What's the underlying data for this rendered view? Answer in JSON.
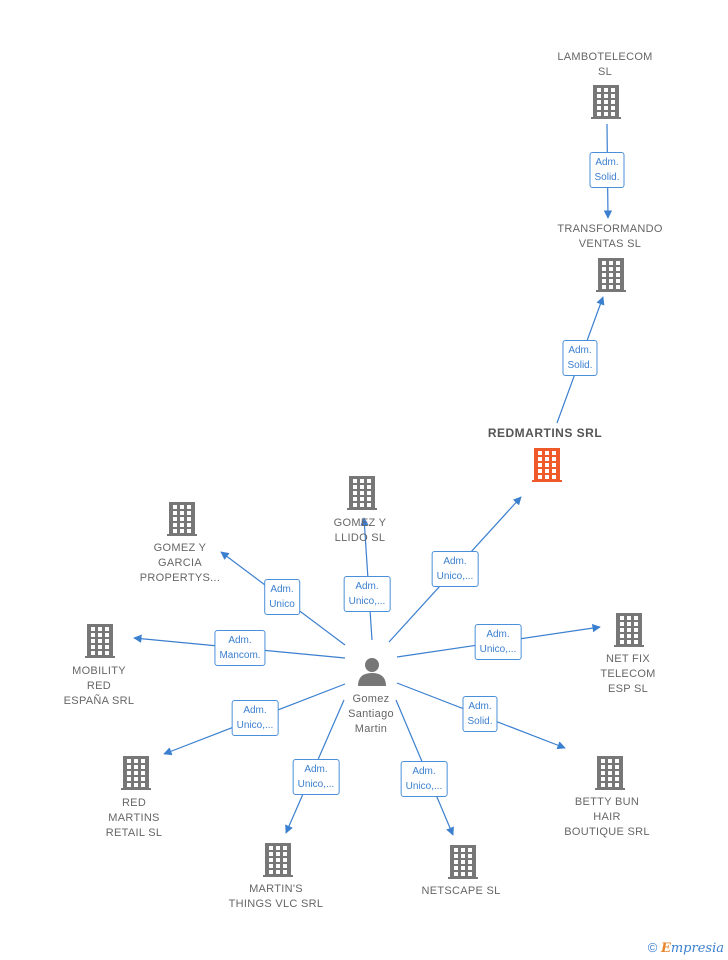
{
  "colors": {
    "edge": "#3b7fcf",
    "building": "#777777",
    "main_building": "#f05a2a",
    "person": "#777777"
  },
  "nodes": [
    {
      "id": "lambotelecom",
      "label": "LAMBOTELECOM\nSL",
      "icon": "building-icon",
      "kind": "company"
    },
    {
      "id": "transformando",
      "label": "TRANSFORMANDO\nVENTAS  SL",
      "icon": "building-icon",
      "kind": "company"
    },
    {
      "id": "redmartins",
      "label": "REDMARTINS SRL",
      "icon": "building-icon",
      "kind": "main"
    },
    {
      "id": "gomez_llido",
      "label": "GOMEZ Y\nLLIDO  SL",
      "icon": "building-icon",
      "kind": "company"
    },
    {
      "id": "gomez_garcia",
      "label": "GOMEZ Y\nGARCIA\nPROPERTYS...",
      "icon": "building-icon",
      "kind": "company"
    },
    {
      "id": "mobility",
      "label": "MOBILITY\nRED\nESPAÑA SRL",
      "icon": "building-icon",
      "kind": "company"
    },
    {
      "id": "netfix",
      "label": "NET FIX\nTELECOM\nESP  SL",
      "icon": "building-icon",
      "kind": "company"
    },
    {
      "id": "person",
      "label": "Gomez\nSantiago\nMartin",
      "icon": "person-icon",
      "kind": "person"
    },
    {
      "id": "red_martins_retail",
      "label": "RED\nMARTINS\nRETAIL  SL",
      "icon": "building-icon",
      "kind": "company"
    },
    {
      "id": "betty",
      "label": "BETTY BUN\nHAIR\nBOUTIQUE SRL",
      "icon": "building-icon",
      "kind": "company"
    },
    {
      "id": "martins_things",
      "label": "MARTIN'S\nTHINGS VLC SRL",
      "icon": "building-icon",
      "kind": "company"
    },
    {
      "id": "netscape",
      "label": "NETSCAPE  SL",
      "icon": "building-icon",
      "kind": "company"
    }
  ],
  "edges": [
    {
      "from": "lambotelecom",
      "to": "transformando",
      "label": "Adm.\nSolid."
    },
    {
      "from": "redmartins",
      "to": "transformando",
      "label": "Adm.\nSolid."
    },
    {
      "from": "person",
      "to": "redmartins",
      "label": "Adm.\nUnico,..."
    },
    {
      "from": "person",
      "to": "gomez_llido",
      "label": "Adm.\nUnico,..."
    },
    {
      "from": "person",
      "to": "gomez_garcia",
      "label": "Adm.\nUnico"
    },
    {
      "from": "person",
      "to": "mobility",
      "label": "Adm.\nMancom."
    },
    {
      "from": "person",
      "to": "netfix",
      "label": "Adm.\nUnico,..."
    },
    {
      "from": "person",
      "to": "red_martins_retail",
      "label": "Adm.\nUnico,..."
    },
    {
      "from": "person",
      "to": "betty",
      "label": "Adm.\nSolid."
    },
    {
      "from": "person",
      "to": "martins_things",
      "label": "Adm.\nUnico,..."
    },
    {
      "from": "person",
      "to": "netscape",
      "label": "Adm.\nUnico,..."
    }
  ],
  "footer": {
    "copyright": "©",
    "brand_first": "E",
    "brand_rest": "mpresia"
  }
}
